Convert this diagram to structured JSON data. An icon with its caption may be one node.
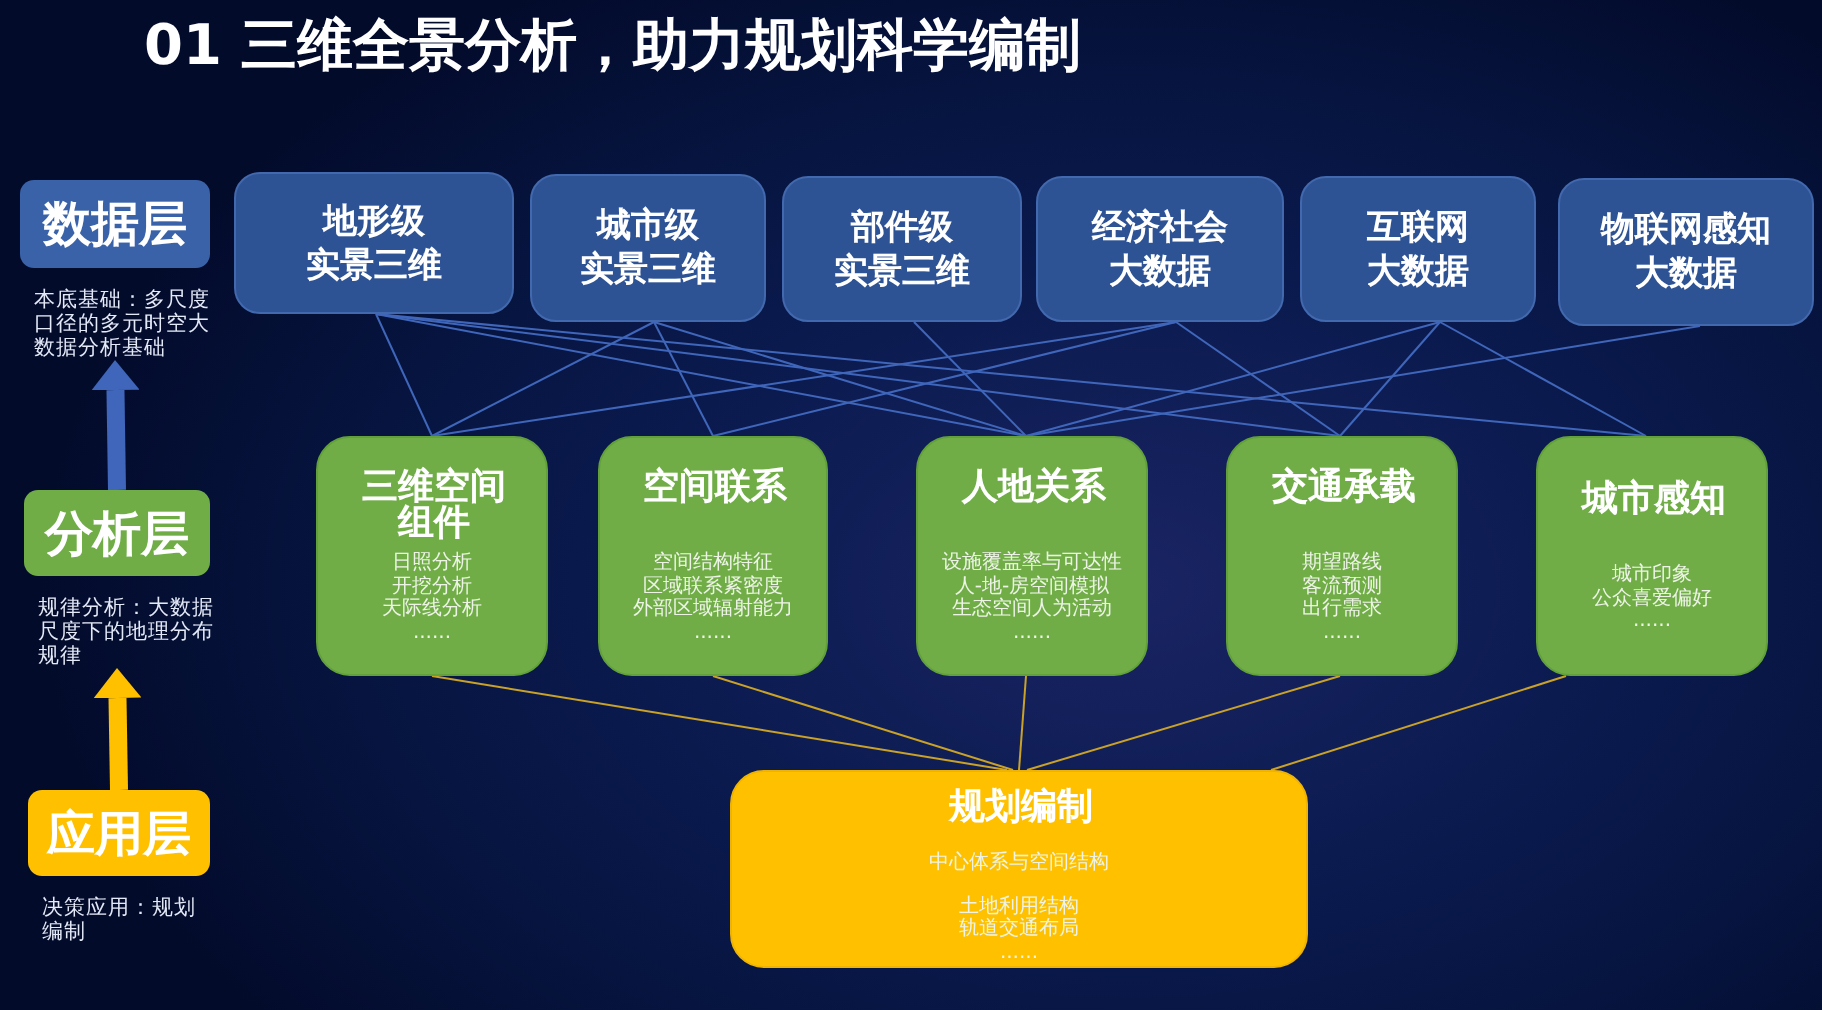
{
  "diagram": {
    "title": "01 三维全景分析，助力规划科学编制",
    "nodes": [
      {
        "text": [
          "数据层"
        ],
        "beside": [
          "本底基础：多尺度口径的多元时空大数据分析基础"
        ]
      },
      {
        "text": [
          "地形级实景三维"
        ]
      },
      {
        "text": [
          "城市级实景三维"
        ]
      },
      {
        "text": [
          "部件级实景三维"
        ]
      },
      {
        "text": [
          "经济社会大数据"
        ]
      },
      {
        "text": [
          "互联网大数据"
        ]
      },
      {
        "text": [
          "物联网感知大数据"
        ]
      },
      {
        "text": [
          "分析层"
        ],
        "beside": [
          "规律分析：大数据尺度下的地理分布规律"
        ]
      },
      {
        "text": [
          "三维空间组件",
          "日照分析",
          "开挖分析",
          "天际线分析",
          "......"
        ]
      },
      {
        "text": [
          "空间联系",
          "空间结构特征",
          "区域联系紧密度",
          "外部区域辐射能力",
          "......"
        ]
      },
      {
        "text": [
          "人地关系",
          "设施覆盖率与可达性",
          "人-地-房空间模拟",
          "生态空间人为活动",
          "......"
        ]
      },
      {
        "text": [
          "交通承载",
          "期望路线",
          "客流预测",
          "出行需求",
          "......"
        ]
      },
      {
        "text": [
          "城市感知",
          "城市印象",
          "公众喜爱偏好",
          "......"
        ]
      },
      {
        "text": [
          "应用层"
        ],
        "beside": [
          "决策应用：规划编制"
        ]
      },
      {
        "text": [
          "规划编制",
          "中心体系与空间结构",
          "土地利用结构",
          "轨道交通布局",
          "......"
        ]
      }
    ],
    "edges": [
      {
        "from": 7,
        "to": 0,
        "arrow": "to",
        "style": "thick"
      },
      {
        "from": 13,
        "to": 7,
        "arrow": "to",
        "style": "thick",
        "color": "#ffc000"
      },
      {
        "from": 1,
        "to": 8,
        "arrow": "none"
      },
      {
        "from": 1,
        "to": 10,
        "arrow": "none"
      },
      {
        "from": 1,
        "to": 11,
        "arrow": "none"
      },
      {
        "from": 1,
        "to": 12,
        "arrow": "none"
      },
      {
        "from": 2,
        "to": 8,
        "arrow": "none"
      },
      {
        "from": 2,
        "to": 9,
        "arrow": "none"
      },
      {
        "from": 2,
        "to": 10,
        "arrow": "none"
      },
      {
        "from": 3,
        "to": 10,
        "arrow": "none"
      },
      {
        "from": 4,
        "to": 8,
        "arrow": "none"
      },
      {
        "from": 4,
        "to": 9,
        "arrow": "none"
      },
      {
        "from": 4,
        "to": 11,
        "arrow": "none"
      },
      {
        "from": 5,
        "to": 10,
        "arrow": "none"
      },
      {
        "from": 5,
        "to": 11,
        "arrow": "none"
      },
      {
        "from": 5,
        "to": 12,
        "arrow": "none"
      },
      {
        "from": 6,
        "to": 10,
        "arrow": "none"
      },
      {
        "from": 8,
        "to": 14,
        "arrow": "none",
        "color": "#c9a227"
      },
      {
        "from": 9,
        "to": 14,
        "arrow": "none",
        "color": "#c9a227"
      },
      {
        "from": 10,
        "to": 14,
        "arrow": "none",
        "color": "#c9a227"
      },
      {
        "from": 11,
        "to": 14,
        "arrow": "none",
        "color": "#c9a227"
      },
      {
        "from": 12,
        "to": 14,
        "arrow": "none",
        "color": "#c9a227"
      }
    ]
  }
}
